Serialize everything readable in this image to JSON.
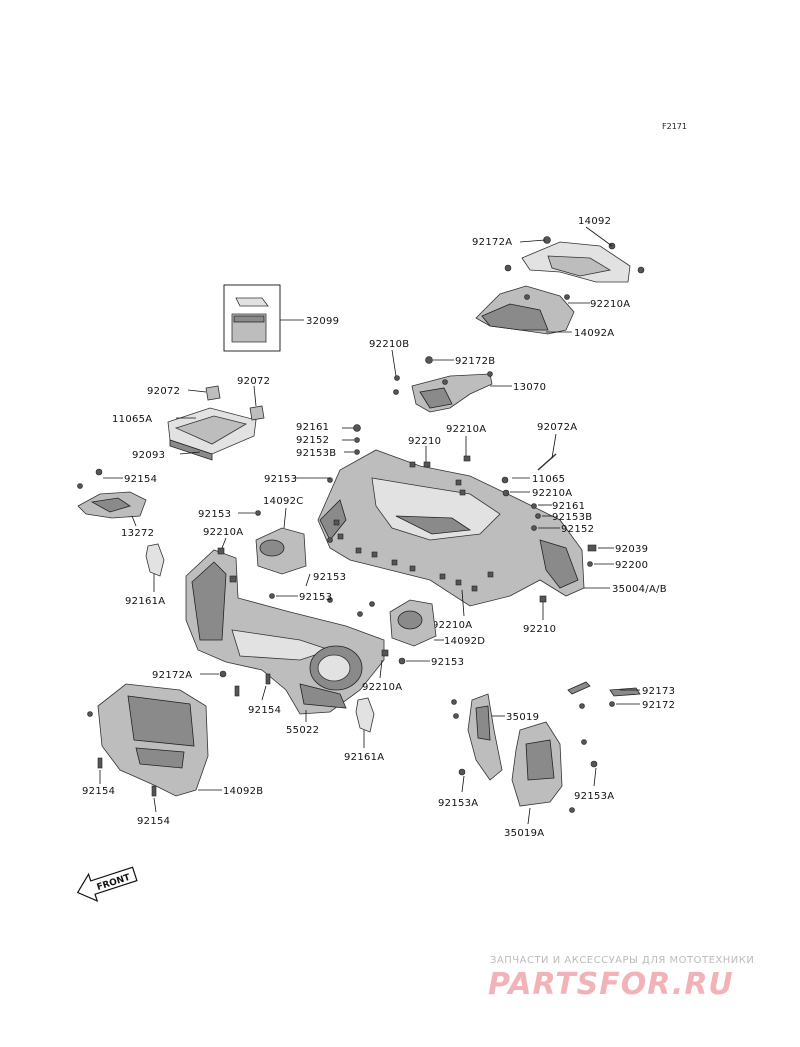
{
  "diagram_code": "F2171",
  "front_label": "FRONT",
  "watermark": {
    "tagline": "ЗАПЧАСТИ И АКСЕССУАРЫ ДЛЯ МОТОТЕХНИКИ",
    "logo": "PARTSFOR.RU"
  },
  "labels": {
    "p14092": "14092",
    "p92172A_top": "92172A",
    "p92210A_top": "92210A",
    "p14092A": "14092A",
    "p32099": "32099",
    "p92210B": "92210B",
    "p92172B": "92172B",
    "p13070": "13070",
    "p92072_a": "92072",
    "p92072_b": "92072",
    "p11065A": "11065A",
    "p92093": "92093",
    "p92161": "92161",
    "p92152": "92152",
    "p92153B": "92153B",
    "p92210": "92210",
    "p92210A_mid": "92210A",
    "p92072A": "92072A",
    "p92154_left": "92154",
    "p13272": "13272",
    "p92153_a": "92153",
    "p14092C": "14092C",
    "p11065": "11065",
    "p92210A_r": "92210A",
    "p92161_r": "92161",
    "p92153B_r": "92153B",
    "p92152_r": "92152",
    "p92153_b": "92153",
    "p92210A_l": "92210A",
    "p92039": "92039",
    "p92200": "92200",
    "p92161A_l": "92161A",
    "p92153_c": "92153",
    "p92153_d": "92153",
    "p35004": "35004/A/B",
    "p92210A_c": "92210A",
    "p92210_b": "92210",
    "p14092D": "14092D",
    "p92153_e": "92153",
    "p92172A_mid": "92172A",
    "p92210A_low": "92210A",
    "p92173": "92173",
    "p92154_mid": "92154",
    "p92172": "92172",
    "p55022": "55022",
    "p35019": "35019",
    "p92161A_r": "92161A",
    "p92154_low": "92154",
    "p14092B": "14092B",
    "p92153A_l": "92153A",
    "p92153A_r": "92153A",
    "p92154_bot": "92154",
    "p35019A": "35019A"
  }
}
